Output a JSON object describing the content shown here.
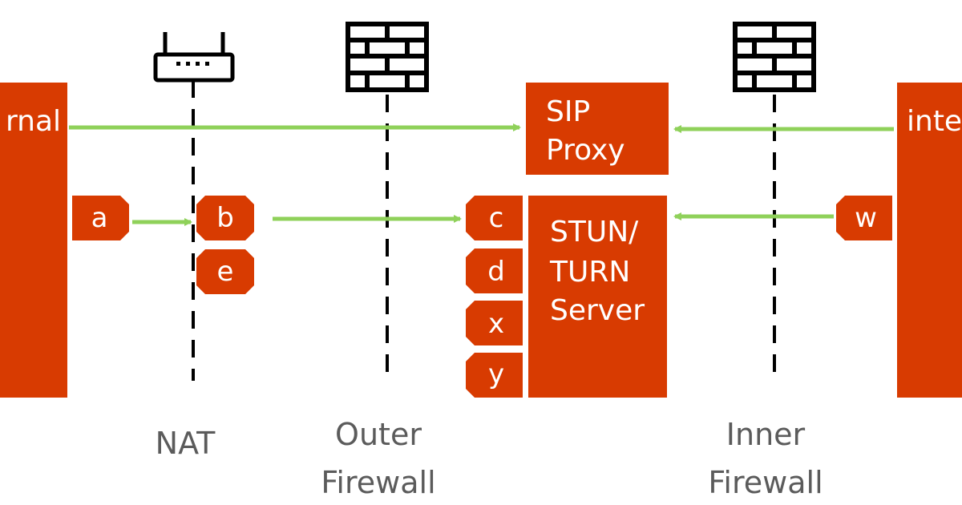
{
  "colors": {
    "box": "#d83b01",
    "arrow": "#8fd15a",
    "line": "#000000",
    "caption": "#5b5b5b",
    "text": "#ffffff"
  },
  "left_client": {
    "label": "rnal"
  },
  "right_client": {
    "label": "inte"
  },
  "sip_proxy": {
    "line1": "SIP",
    "line2": "Proxy"
  },
  "stun_turn": {
    "line1": "STUN/",
    "line2": "TURN",
    "line3": "Server"
  },
  "ports": {
    "a": "a",
    "b": "b",
    "e": "e",
    "c": "c",
    "d": "d",
    "x": "x",
    "y": "y",
    "w": "w"
  },
  "captions": {
    "nat": "NAT",
    "outer_line1": "Outer",
    "outer_line2": "Firewall",
    "inner_line1": "Inner",
    "inner_line2": "Firewall"
  },
  "icons": {
    "nat": "router-icon",
    "outer": "brick-wall-icon",
    "inner": "brick-wall-icon"
  }
}
